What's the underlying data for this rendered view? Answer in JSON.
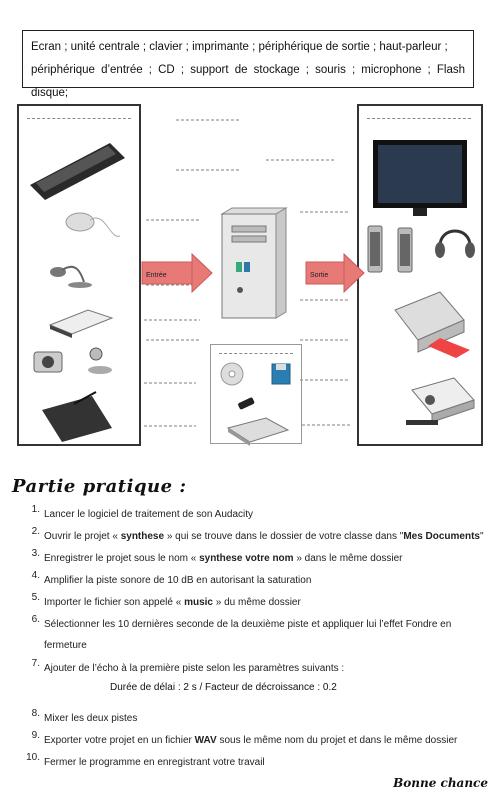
{
  "word_bank": {
    "line1": "Ecran ; unité centrale ; clavier ; imprimante ; périphérique de sortie ; haut-parleur ;",
    "line2": "périphérique d’entrée ; CD ; support de stockage ; souris ; microphone ; Flash disque;"
  },
  "diagram": {
    "arrow_in_label": "Entrée",
    "arrow_out_label": "Sortie"
  },
  "practical": {
    "title": "Partie pratique :",
    "steps": [
      {
        "num": "1.",
        "parts": [
          "Lancer le logiciel de traitement de son Audacity"
        ]
      },
      {
        "num": "2.",
        "parts": [
          "Ouvrir le projet « ",
          "synthese",
          " » qui se trouve dans le dossier de votre classe dans \"",
          "Mes Documents",
          "\""
        ]
      },
      {
        "num": "3.",
        "parts": [
          "Enregistrer le projet sous le nom « ",
          "synthese votre nom",
          " » dans le même dossier"
        ]
      },
      {
        "num": "4.",
        "parts": [
          "Amplifier la piste sonore de 10 dB en autorisant la saturation"
        ]
      },
      {
        "num": "5.",
        "parts": [
          "Importer le fichier son appelé « ",
          "music",
          " » du même dossier"
        ]
      },
      {
        "num": "6.",
        "parts": [
          "Sélectionner les 10 dernières seconde de la deuxième piste et appliquer lui l’effet  Fondre en",
          "fermeture"
        ]
      },
      {
        "num": "7.",
        "parts": [
          "Ajouter de l’écho à la première piste selon les paramètres suivants :"
        ]
      },
      {
        "num": "8.",
        "parts": [
          "Mixer les deux pistes"
        ]
      },
      {
        "num": "9.",
        "parts": [
          "Exporter votre projet en un fichier ",
          "WAV",
          " sous le même nom du projet  et dans le même dossier"
        ]
      },
      {
        "num": "10.",
        "parts": [
          "Fermer le programme en enregistrant votre travail"
        ]
      }
    ],
    "echo_params": "Durée de délai : 2 s / Facteur de décroissance : 0.2"
  },
  "signoff": "Bonne chance"
}
